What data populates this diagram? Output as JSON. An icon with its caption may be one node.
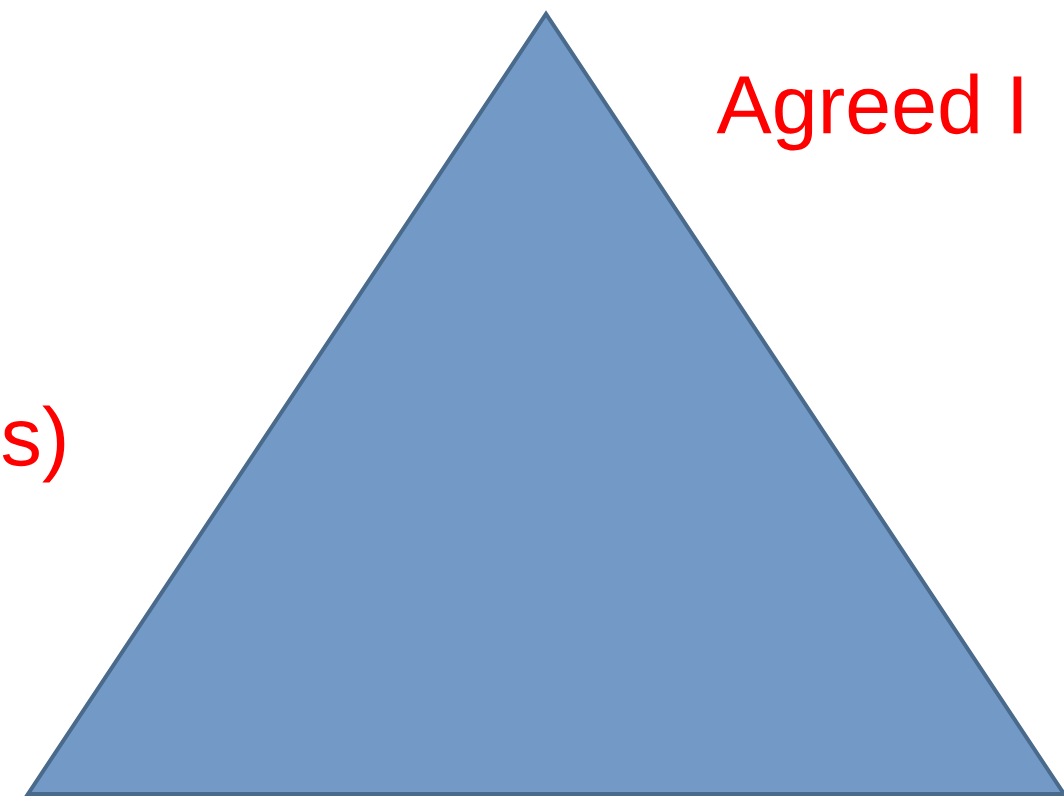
{
  "diagram": {
    "nodes": [
      {
        "text": [],
        "shape": "triangle"
      }
    ],
    "labels": [
      "Agreed I",
      "s)"
    ]
  }
}
